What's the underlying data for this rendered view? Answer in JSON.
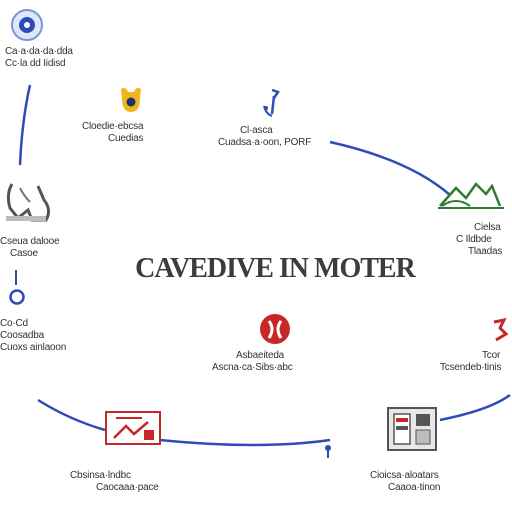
{
  "center_title": "CAVEDIVE IN MOTER",
  "colors": {
    "connector": "#2f4bb8",
    "accent_red": "#c62828",
    "accent_green": "#2e7d32",
    "accent_yellow": "#f2b51c",
    "text": "#333333"
  },
  "nodes": [
    {
      "id": "top-left",
      "icon": "target-ring-icon",
      "lines": [
        "Ca·a·da·da·dda",
        "Cc·la dd Iidisd"
      ]
    },
    {
      "id": "yellow",
      "icon": "yellow-figure-icon",
      "lines": [
        "Cloedie·ebcsa",
        "Cuedias"
      ]
    },
    {
      "id": "pin",
      "icon": "pin-icon",
      "lines": [
        "Cl·asca",
        "Cuadsa·a·oon, PORF"
      ]
    },
    {
      "id": "right-green",
      "icon": "green-wave-icon",
      "lines": [
        "Cielsa",
        "C Ildbde",
        "Tlaadas"
      ]
    },
    {
      "id": "left-figure",
      "icon": "figure-icon",
      "lines": [
        "Cseua dalooe",
        "Casoe"
      ]
    },
    {
      "id": "left-small",
      "icon": "small-ring-icon",
      "lines": [
        "Co·Cd",
        "Coosadba",
        "Cuoxs ainlaoon"
      ]
    },
    {
      "id": "center-red",
      "icon": "red-circle-icon",
      "lines": [
        "Asbaeiteda",
        "Ascna·ca·Sibs·abc"
      ]
    },
    {
      "id": "right-red",
      "icon": "red-mark-icon",
      "lines": [
        "Tcor",
        "Tcsendeb·tinis"
      ]
    },
    {
      "id": "bottom-left",
      "icon": "chart-box-icon",
      "lines": [
        "Cbsinsa·lndbc",
        "Caocaaa·pace"
      ]
    },
    {
      "id": "bottom-right",
      "icon": "machine-icon",
      "lines": [
        "Cioicsa·aloatars",
        "Caaoa·tinon"
      ]
    }
  ]
}
